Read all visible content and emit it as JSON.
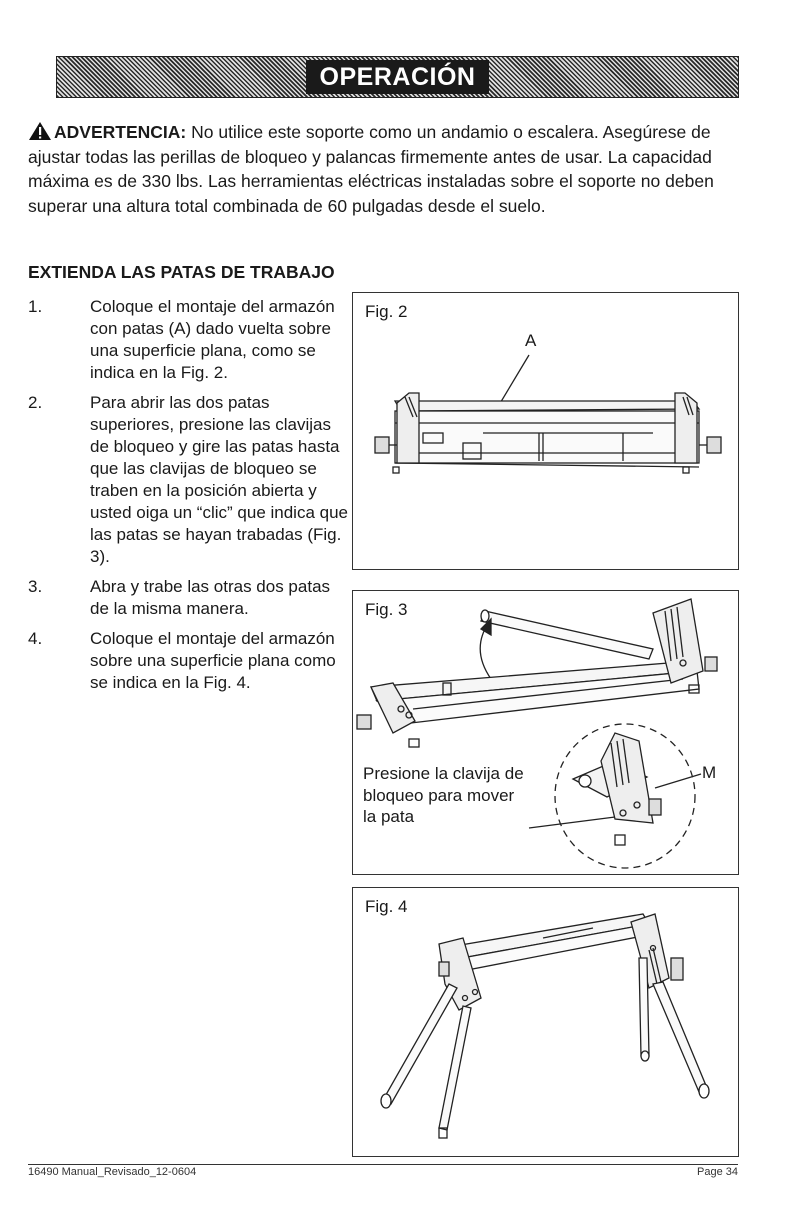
{
  "header": {
    "title": "OPERACIÓN"
  },
  "warning": {
    "icon": "warning-triangle-icon",
    "label": "ADVERTENCIA:",
    "text": "No utilice este soporte como un andamio o escalera. Asegúrese de ajustar todas las perillas de bloqueo y palancas firmemente antes de usar. La capacidad máxima es de 330 lbs. Las herramientas eléctricas instaladas sobre el soporte no deben superar una altura total combinada de 60 pulgadas desde el suelo."
  },
  "section": {
    "heading": "EXTIENDA LAS PATAS DE TRABAJO"
  },
  "steps": [
    {
      "num": "1.",
      "text": "Coloque el montaje del armazón con patas (A) dado vuelta sobre una superficie plana, como se indica en la Fig. 2."
    },
    {
      "num": "2.",
      "text": "Para abrir las dos patas superiores, presione las clavijas de bloqueo y gire las patas hasta que las clavijas de bloqueo se traben en la posición abierta y usted oiga un “clic” que indica que las patas se hayan trabadas (Fig. 3)."
    },
    {
      "num": "3.",
      "text": "Abra y trabe las otras dos patas de la misma manera."
    },
    {
      "num": "4.",
      "text": "Coloque el montaje del armazón sobre una superficie plana como se indica en la Fig. 4."
    }
  ],
  "figures": {
    "fig2": {
      "label": "Fig. 2",
      "callout": "A"
    },
    "fig3": {
      "label": "Fig. 3",
      "callout": "M",
      "press_text": "Presione la clavija de bloqueo para mover la pata"
    },
    "fig4": {
      "label": "Fig. 4"
    }
  },
  "footer": {
    "left": "16490 Manual_Revisado_12-0604",
    "right": "Page 34"
  }
}
